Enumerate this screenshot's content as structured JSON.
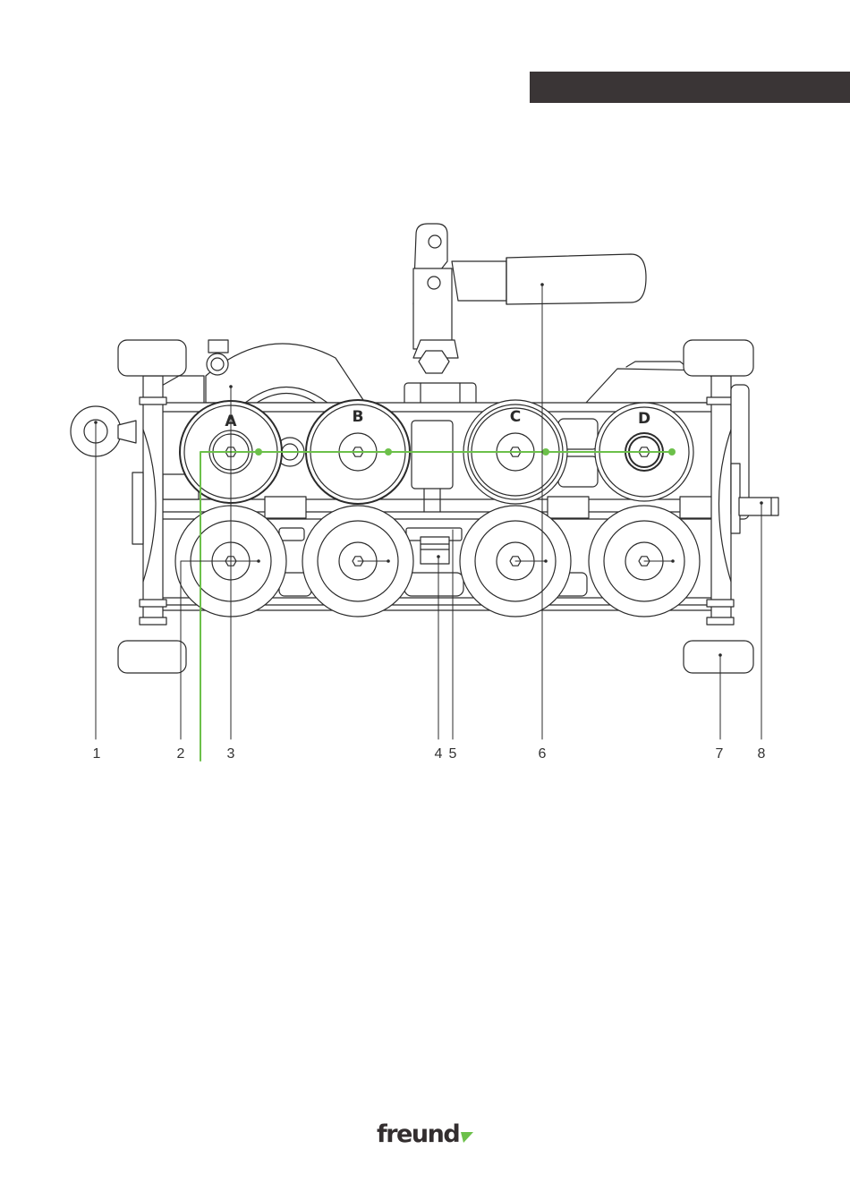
{
  "colors": {
    "header_bar": "#3a3536",
    "line": "#2b2b2b",
    "accent_green": "#6cc04a",
    "logo_text": "#332e2f"
  },
  "rollers_top": [
    {
      "letter": "A"
    },
    {
      "letter": "B"
    },
    {
      "letter": "C"
    },
    {
      "letter": "D"
    }
  ],
  "callouts": [
    {
      "label": "1"
    },
    {
      "label": "2"
    },
    {
      "label": "3"
    },
    {
      "label": "4"
    },
    {
      "label": "5"
    },
    {
      "label": "6"
    },
    {
      "label": "7"
    },
    {
      "label": "8"
    }
  ],
  "logo": {
    "text": "freund"
  }
}
